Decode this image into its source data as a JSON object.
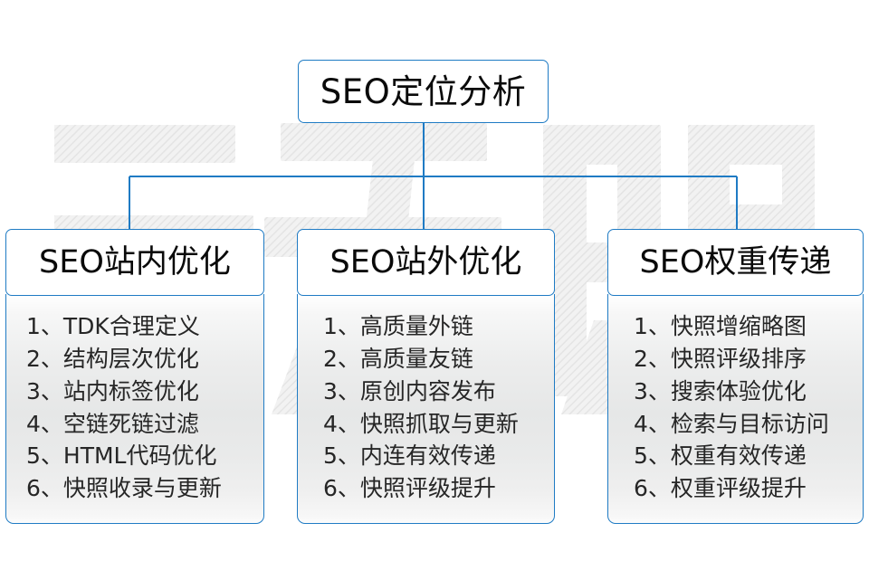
{
  "diagram": {
    "root": {
      "title": "SEO定位分析"
    },
    "colors": {
      "line": "#1f7bc4",
      "border": "#1f7bc4",
      "text": "#0a0a0a",
      "item_text": "#262626",
      "watermark": "#ececec",
      "background": "#ffffff"
    },
    "watermark_text": "云无限",
    "branches": [
      {
        "title": "SEO站内优化",
        "items": [
          "1、TDK合理定义",
          "2、结构层次优化",
          "3、站内标签优化",
          "4、空链死链过滤",
          "5、HTML代码优化",
          "6、快照收录与更新"
        ]
      },
      {
        "title": "SEO站外优化",
        "items": [
          "1、高质量外链",
          "2、高质量友链",
          "3、原创内容发布",
          "4、快照抓取与更新",
          "5、内连有效传递",
          "6、快照评级提升"
        ]
      },
      {
        "title": "SEO权重传递",
        "items": [
          "1、快照增缩略图",
          "2、快照评级排序",
          "3、搜索体验优化",
          "4、检索与目标访问",
          "5、权重有效传递",
          "6、权重评级提升"
        ]
      }
    ]
  }
}
